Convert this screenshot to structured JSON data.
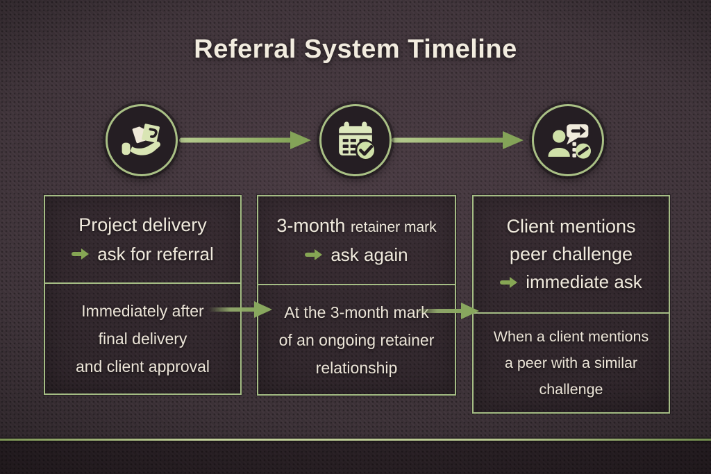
{
  "title": "Referral System Timeline",
  "stages": [
    {
      "icon": "hand-delivery-icon",
      "header": "Project delivery",
      "action": "ask for referral",
      "timing": [
        "Immediately after",
        "final delivery",
        "and client approval"
      ]
    },
    {
      "icon": "calendar-check-icon",
      "header": "3-month",
      "header_small": "retainer mark",
      "action": "ask again",
      "timing": [
        "At the 3-month mark",
        "of an ongoing retainer",
        "relationship"
      ]
    },
    {
      "icon": "client-conversation-icon",
      "header": "Client mentions",
      "header_line2": "peer challenge",
      "action": "immediate ask",
      "timing": [
        "When a client mentions",
        "a peer with a similar",
        "challenge"
      ]
    }
  ],
  "colors": {
    "accent_green": "#8fae63",
    "border_green": "#a7bf86",
    "text_cream": "#efe9dc",
    "icon_green": "#cfe0a8",
    "background_dark": "#3a2f35"
  }
}
